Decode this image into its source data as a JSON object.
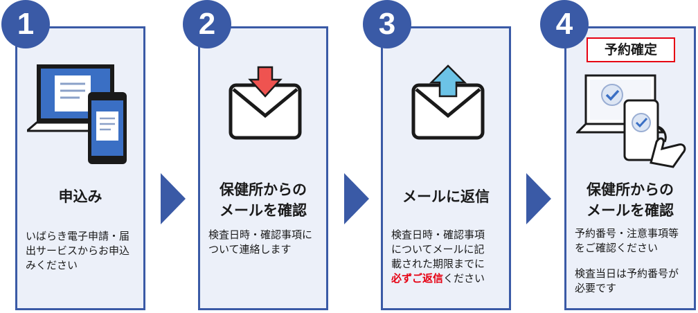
{
  "steps": [
    {
      "number": "1",
      "title": "申込み",
      "desc": "いばらき電子申請・届出サービスからお申込みください"
    },
    {
      "number": "2",
      "title_line1": "保健所からの",
      "title_line2": "メールを確認",
      "desc": "検査日時・確認事項について連絡します"
    },
    {
      "number": "3",
      "title": "メールに返信",
      "desc_lines": [
        "検査日時・確認事項",
        "についてメールに記",
        "載された期限までに"
      ],
      "desc_emphasis": "必ずご返信",
      "desc_tail": "ください"
    },
    {
      "number": "4",
      "badge_label": "予約確定",
      "title_line1": "保健所からの",
      "title_line2": "メールを確認",
      "desc1": "予約番号・注意事項等をご確認ください",
      "desc2": "検査当日は予約番号が必要です"
    }
  ],
  "colors": {
    "primary": "#3a5aa6",
    "card_bg": "#ecf0f9",
    "emphasis": "#e60012",
    "mail_down_arrow": "#ef5350",
    "mail_up_arrow": "#6cc3e6"
  },
  "icons": [
    "laptop-phone-icon",
    "mail-receive-icon",
    "mail-send-icon",
    "device-check-icon"
  ]
}
